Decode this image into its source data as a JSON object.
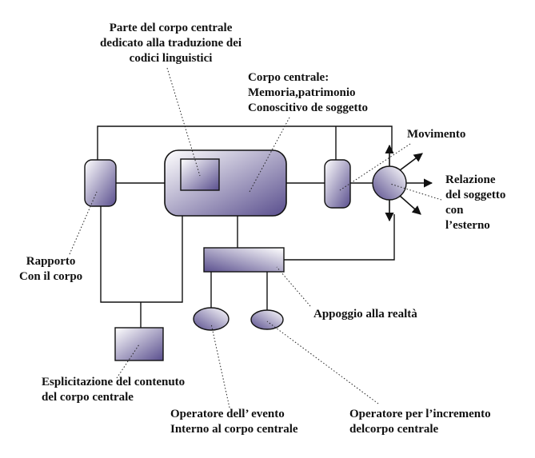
{
  "colors": {
    "line": "#111111",
    "fill_light": "#ffffff",
    "fill_dark": "#5a4f8e",
    "text": "#111111"
  },
  "labels": {
    "translation_part": [
      "Parte del corpo centrale",
      "dedicato alla traduzione dei",
      "codici linguistici"
    ],
    "central_body": [
      "Corpo centrale:",
      "Memoria,patrimonio",
      "Conoscitivo de soggetto"
    ],
    "movement": [
      "Movimento"
    ],
    "relation": [
      "Relazione",
      "del soggetto",
      "con",
      "l’esterno"
    ],
    "body_relation": [
      "Rapporto",
      "Con il corpo"
    ],
    "reality_support": [
      "Appoggio alla realtà"
    ],
    "explicitation": [
      "Esplicitazione del contenuto",
      "del corpo centrale"
    ],
    "event_operator": [
      "Operatore dell’ evento",
      "Interno al corpo centrale"
    ],
    "increment_operator": [
      "Operatore per l’incremento",
      "delcorpo centrale"
    ]
  }
}
